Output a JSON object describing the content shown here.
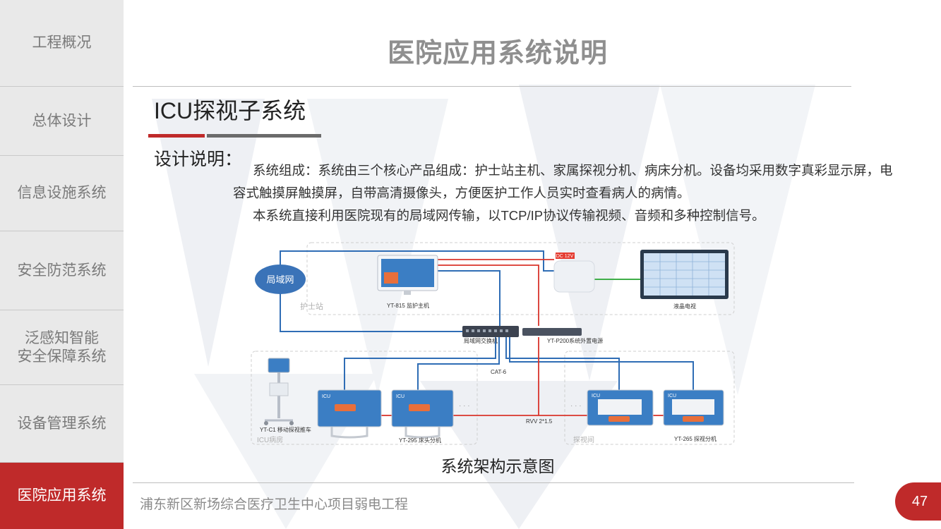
{
  "sidebar": {
    "items": [
      {
        "label": "工程概况"
      },
      {
        "label": "总体设计"
      },
      {
        "label": "信息设施系统"
      },
      {
        "label": "安全防范系统"
      },
      {
        "label": "泛感知智能\n安全保障系统"
      },
      {
        "label": "设备管理系统"
      },
      {
        "label": "医院应用系统",
        "active": true
      }
    ]
  },
  "title": "医院应用系统说明",
  "subtitle": "ICU探视子系统",
  "design_label": "设计说明：",
  "paragraphs": [
    "系统组成：系统由三个核心产品组成：护士站主机、家属探视分机、病床分机。设备均采用数字真彩显示屏，电容式触摸屏触摸屏，自带高清摄像头，方便医护工作人员实时查看病人的病情。",
    "本系统直接利用医院现有的局域网传输，以TCP/IP协议传输视频、音频和多种控制信号。"
  ],
  "diagram": {
    "lan": "局域网",
    "nurse_station": "护士站",
    "nurse_host": "YT-815 监护主机",
    "dc": "DC 12V",
    "tv": "液晶电视",
    "switch": "局域网交换机",
    "power": "YT-P200系统外置电源",
    "cat6": "CAT-6",
    "rvv": "RVV 2*1.5",
    "cart": "YT-C1 移动探视推车",
    "icu_ward": "ICU病房",
    "bed_unit": "YT-295 床头分机",
    "visit_room": "探视间",
    "visit_unit": "YT-265 探视分机",
    "icu_tag": "ICU"
  },
  "caption": "系统架构示意图",
  "footer": "浦东新区新场综合医疗卫生中心项目弱电工程",
  "page_number": "47",
  "colors": {
    "accent": "#bf2a2a",
    "sidebar_bg": "#e9e9e9",
    "line_blue": "#2f6db5",
    "line_red": "#d9342b",
    "line_green": "#3fae49"
  }
}
